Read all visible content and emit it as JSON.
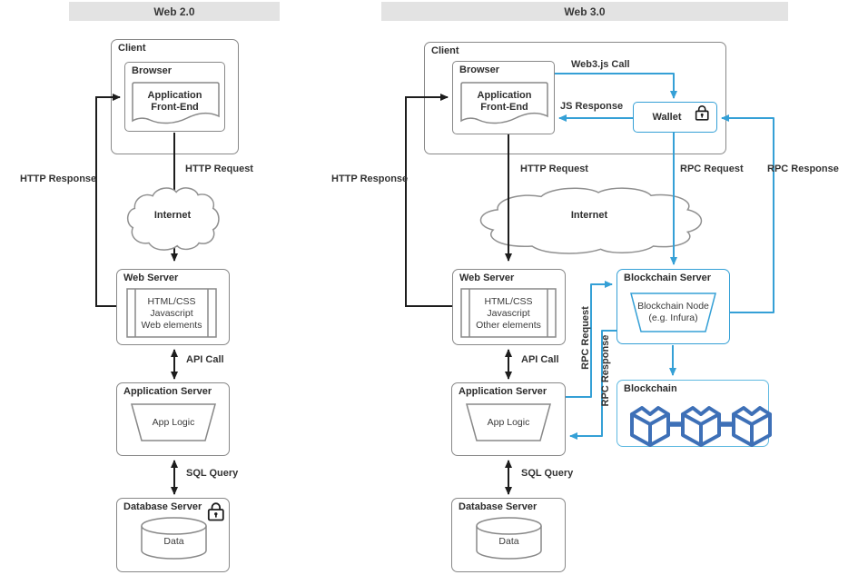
{
  "headers": {
    "web2": "Web 2.0",
    "web3": "Web 3.0"
  },
  "colors": {
    "connector_black": "#1d1d1d",
    "connector_blue": "#35a0d6",
    "cube_blue": "#3e70b7",
    "box_border_gray": "#888888",
    "blockchain_box_border": "#5fb9e1",
    "header_bg": "#e3e3e3",
    "text": "#2d2d2d"
  },
  "web2": {
    "client_label": "Client",
    "browser_label": "Browser",
    "app_front_end": "Application\nFront-End",
    "http_request": "HTTP Request",
    "http_response": "HTTP Response",
    "internet": "Internet",
    "web_server_label": "Web Server",
    "web_server_content": "HTML/CSS\nJavascript\nWeb elements",
    "api_call": "API Call",
    "app_server_label": "Application Server",
    "app_logic": "App Logic",
    "sql_query": "SQL Query",
    "db_server_label": "Database Server",
    "data_label": "Data"
  },
  "web3": {
    "client_label": "Client",
    "browser_label": "Browser",
    "app_front_end": "Application\nFront-End",
    "web3js_call": "Web3.js Call",
    "js_response": "JS Response",
    "wallet_label": "Wallet",
    "http_request": "HTTP Request",
    "http_response": "HTTP Response",
    "rpc_request_top": "RPC Request",
    "rpc_response_top": "RPC Response",
    "internet": "Internet",
    "web_server_label": "Web Server",
    "web_server_content": "HTML/CSS\nJavascript\nOther elements",
    "api_call": "API Call",
    "app_server_label": "Application Server",
    "app_logic": "App Logic",
    "rpc_request_side": "RPC Request",
    "rpc_response_side": "RPC Response",
    "sql_query": "SQL Query",
    "db_server_label": "Database Server",
    "data_label": "Data",
    "blockchain_server_label": "Blockchain Server",
    "blockchain_node": "Blockchain Node\n(e.g. Infura)",
    "blockchain_label": "Blockchain"
  }
}
